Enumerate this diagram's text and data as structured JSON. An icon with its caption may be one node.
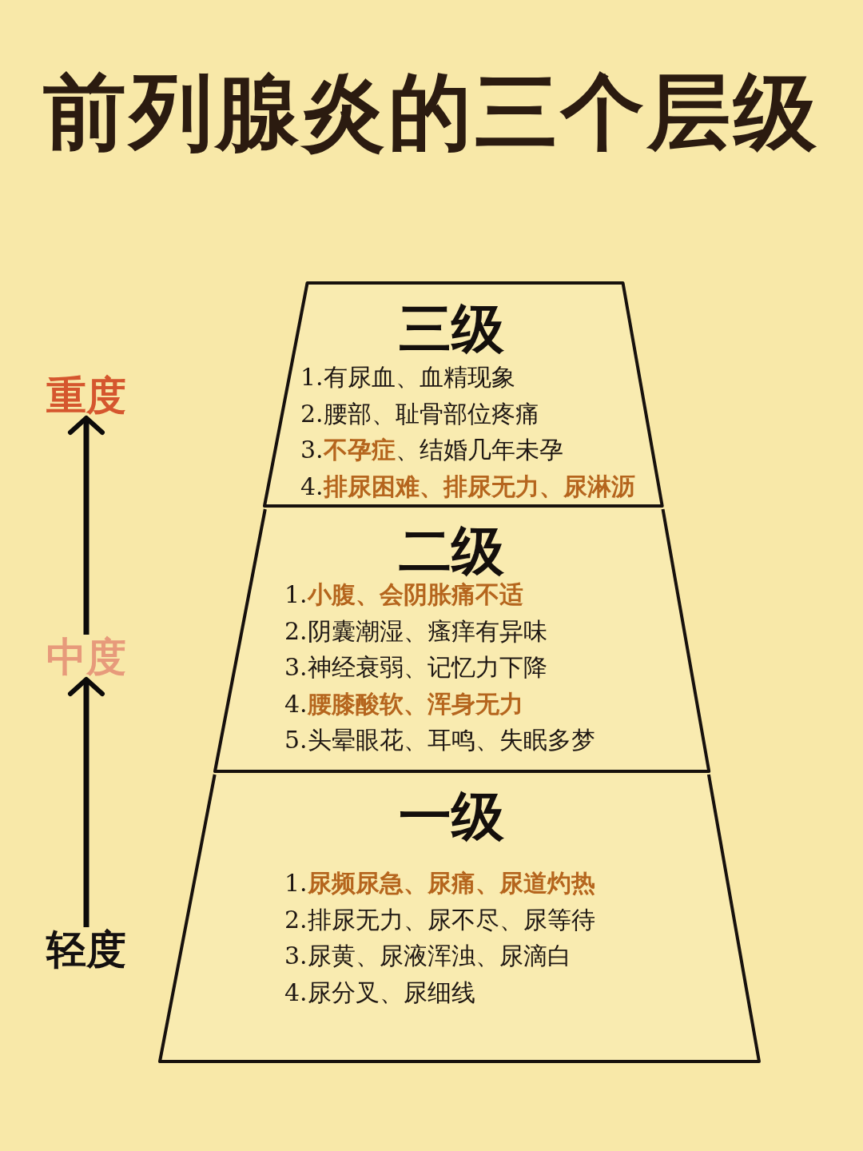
{
  "diagram": {
    "title": "前列腺炎的三个层级",
    "nodes": [
      {
        "text": [
          "三级",
          "1.有尿血、血精现象",
          "2.腰部、耻骨部位疼痛",
          "3.**不孕症**、结婚几年未孕",
          "4.**排尿困难、排尿无力、尿淋沥**"
        ]
      },
      {
        "text": [
          "二级",
          "1.**小腹、会阴胀痛不适**",
          "2.阴囊潮湿、瘙痒有异味",
          "3.神经衰弱、记忆力下降",
          "4.**腰膝酸软、浑身无力**",
          "5.头晕眼花、耳鸣、失眠多梦"
        ]
      },
      {
        "text": [
          "一级",
          "1.**尿频尿急、尿痛、尿道灼热**",
          "2.排尿无力、尿不尽、尿等待",
          "3.尿黄、尿液浑浊、尿滴白",
          "4.尿分叉、尿细线"
        ]
      },
      {
        "text": [
          "重度"
        ]
      },
      {
        "text": [
          "中度"
        ]
      },
      {
        "text": [
          "轻度"
        ]
      }
    ],
    "edges": [
      {
        "from": 5,
        "to": 4,
        "arrow": "to"
      },
      {
        "from": 4,
        "to": 3,
        "arrow": "to"
      }
    ]
  }
}
